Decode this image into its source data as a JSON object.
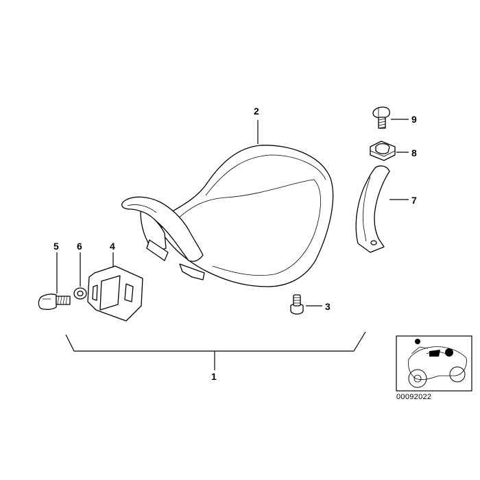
{
  "callouts": {
    "c1": "1",
    "c2": "2",
    "c3": "3",
    "c4": "4",
    "c5": "5",
    "c6": "6",
    "c7": "7",
    "c8": "8",
    "c9": "9"
  },
  "thumbnail": {
    "code": "00092022"
  }
}
